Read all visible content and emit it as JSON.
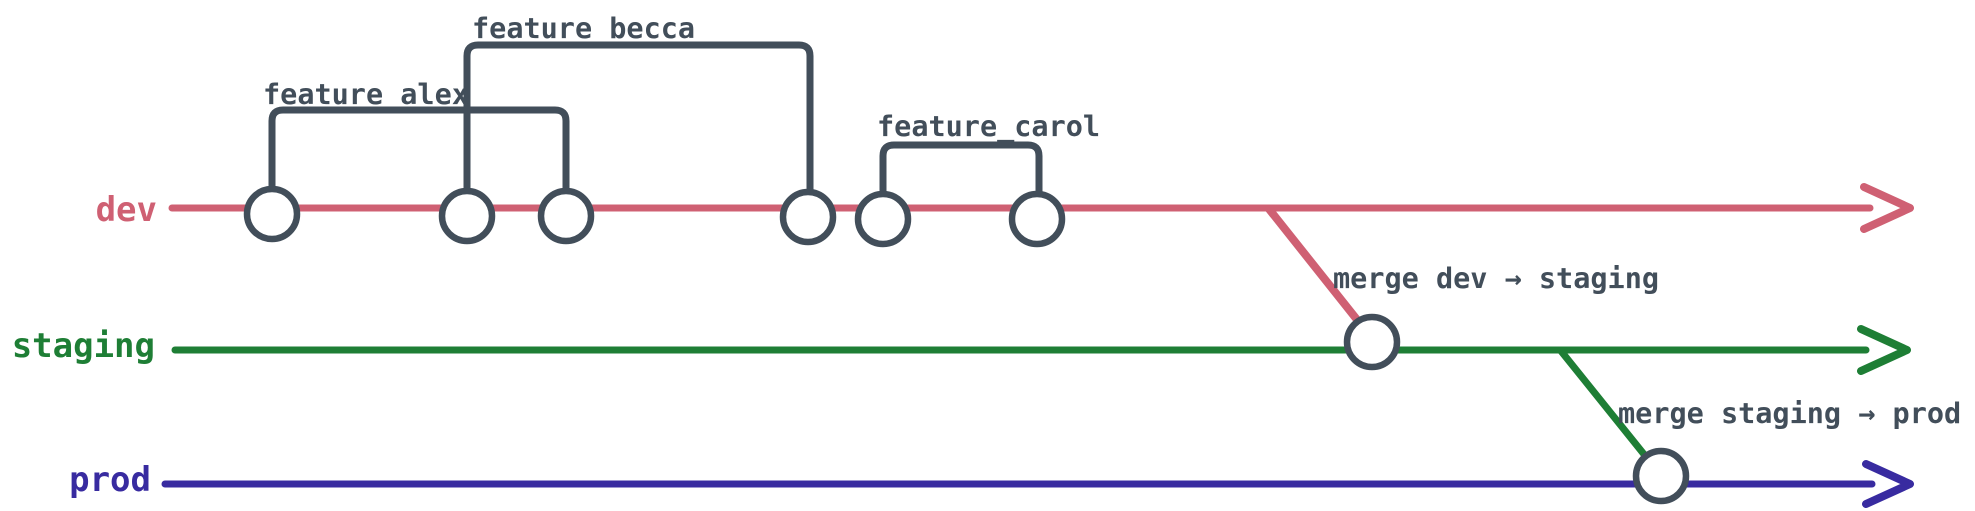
{
  "branches": {
    "dev": {
      "label": "dev",
      "color": "#cf6073",
      "commit_count": 6
    },
    "staging": {
      "label": "staging",
      "color": "#1e7e35"
    },
    "prod": {
      "label": "prod",
      "color": "#382ba0"
    }
  },
  "feature_branches": {
    "alex": {
      "label": "feature_alex"
    },
    "becca": {
      "label": "feature_becca"
    },
    "carol": {
      "label": "feature_carol"
    }
  },
  "merge_annotations": {
    "dev_to_staging": {
      "label": "merge dev → staging"
    },
    "staging_to_prod": {
      "label": "merge staging → prod"
    }
  },
  "colors": {
    "ink": "#424e5a",
    "node_fill": "#ffffff",
    "background": "#ffffff"
  }
}
